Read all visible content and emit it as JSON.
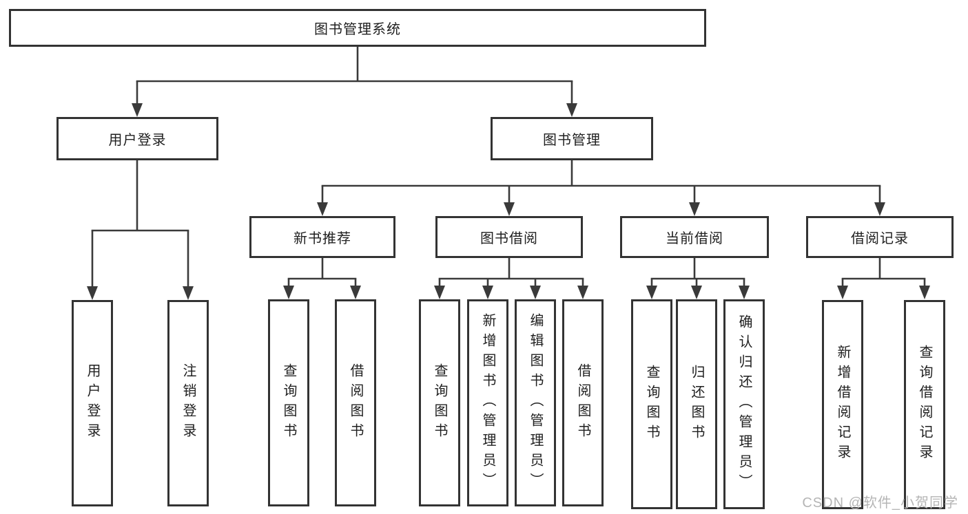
{
  "diagram": {
    "root": {
      "label": "图书管理系统"
    },
    "level2": [
      {
        "label": "用户登录"
      },
      {
        "label": "图书管理"
      }
    ],
    "level3": [
      {
        "label": "新书推荐"
      },
      {
        "label": "图书借阅"
      },
      {
        "label": "当前借阅"
      },
      {
        "label": "借阅记录"
      }
    ],
    "leaves": [
      {
        "label": "用户登录"
      },
      {
        "label": "注销登录"
      },
      {
        "label": "查询图书"
      },
      {
        "label": "借阅图书"
      },
      {
        "label": "查询图书"
      },
      {
        "label": "新增图书（管理员）"
      },
      {
        "label": "编辑图书（管理员）"
      },
      {
        "label": "借阅图书"
      },
      {
        "label": "查询图书"
      },
      {
        "label": "归还图书"
      },
      {
        "label": "确认归还（管理员）"
      },
      {
        "label": "新增借阅记录"
      },
      {
        "label": "查询借阅记录"
      }
    ],
    "watermark": "CSDN @软件_小贺同学",
    "colors": {
      "border": "#333333",
      "line": "#3a3a3a",
      "text": "#1f1f1f",
      "watermark": "#b5b5b5",
      "background": "#ffffff"
    }
  }
}
